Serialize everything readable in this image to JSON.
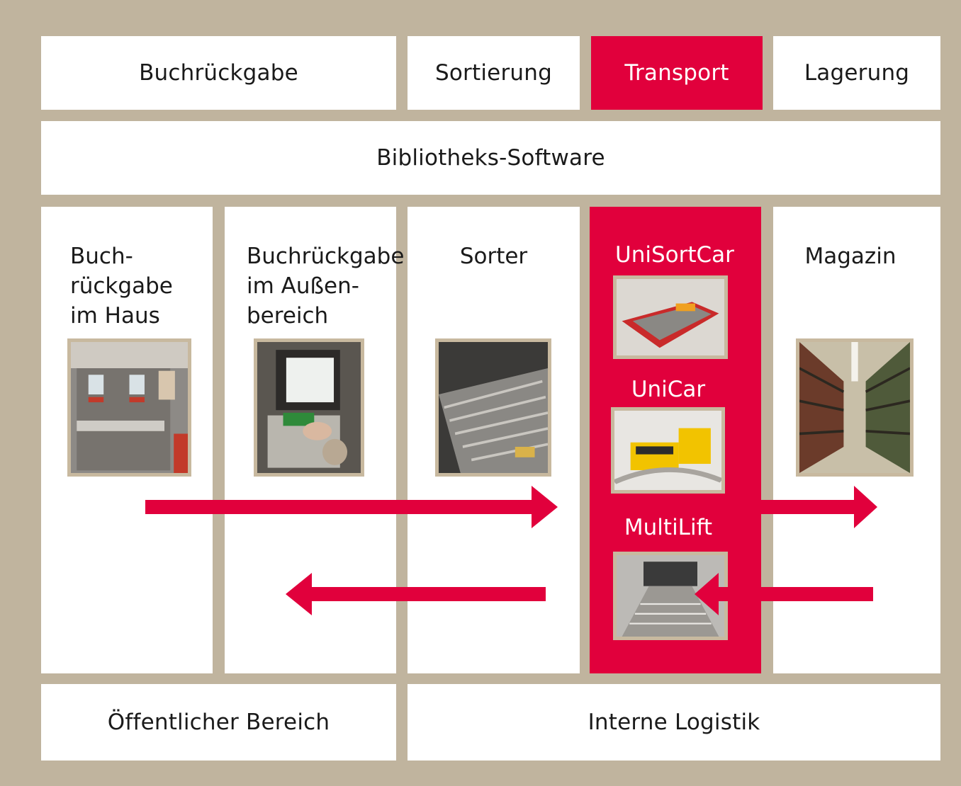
{
  "header": {
    "tab_return": "Buchrückgabe",
    "tab_sort": "Sortierung",
    "tab_transport": "Transport",
    "tab_storage": "Lagerung"
  },
  "software_bar": "Bibliotheks-Software",
  "columns": {
    "col1_label": [
      "Buch-",
      "rückgabe",
      "im Haus"
    ],
    "col2_label": [
      "Buchrückgabe",
      "im Außen-",
      "bereich"
    ],
    "col3_label": "Sorter",
    "col5_label": "Magazin"
  },
  "transport": {
    "item1": "UniSortCar",
    "item2": "UniCar",
    "item3": "MultiLift"
  },
  "footer": {
    "public": "Öffentlicher Bereich",
    "internal": "Interne Logistik"
  },
  "colors": {
    "accent": "#e1003c",
    "frame": "#c0b49e",
    "photo_border": "#c8b99f"
  },
  "icons": [
    "arrow-right",
    "arrow-left"
  ]
}
